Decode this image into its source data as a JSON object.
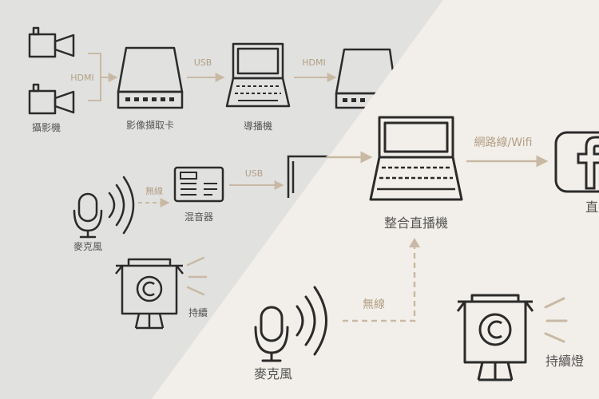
{
  "colors": {
    "left_bg": "#e1e1e0",
    "right_bg": "#f2efea",
    "icon": "#2b2b2b",
    "label": "#555555",
    "arrow": "#c9b9a4",
    "arrow_label": "#b39f85"
  },
  "left_setup": {
    "camera_label": "攝影機",
    "capture_card_label": "影像擷取卡",
    "switcher_label": "導播機",
    "mixer_label": "混音器",
    "mic_label": "麥克風",
    "light_label_partial": "持續",
    "conn_hdmi_in": "HDMI",
    "conn_usb_1": "USB",
    "conn_hdmi_out": "HDMI",
    "conn_wireless": "無線",
    "conn_usb_2": "USB"
  },
  "right_setup": {
    "all_in_one_label": "整合直播機",
    "network_label": "網路線/Wifi",
    "platform_label_partial": "直",
    "platform_icon": "facebook-icon",
    "conn_wireless": "無線",
    "mic_label": "麥克風",
    "light_label": "持續燈"
  }
}
